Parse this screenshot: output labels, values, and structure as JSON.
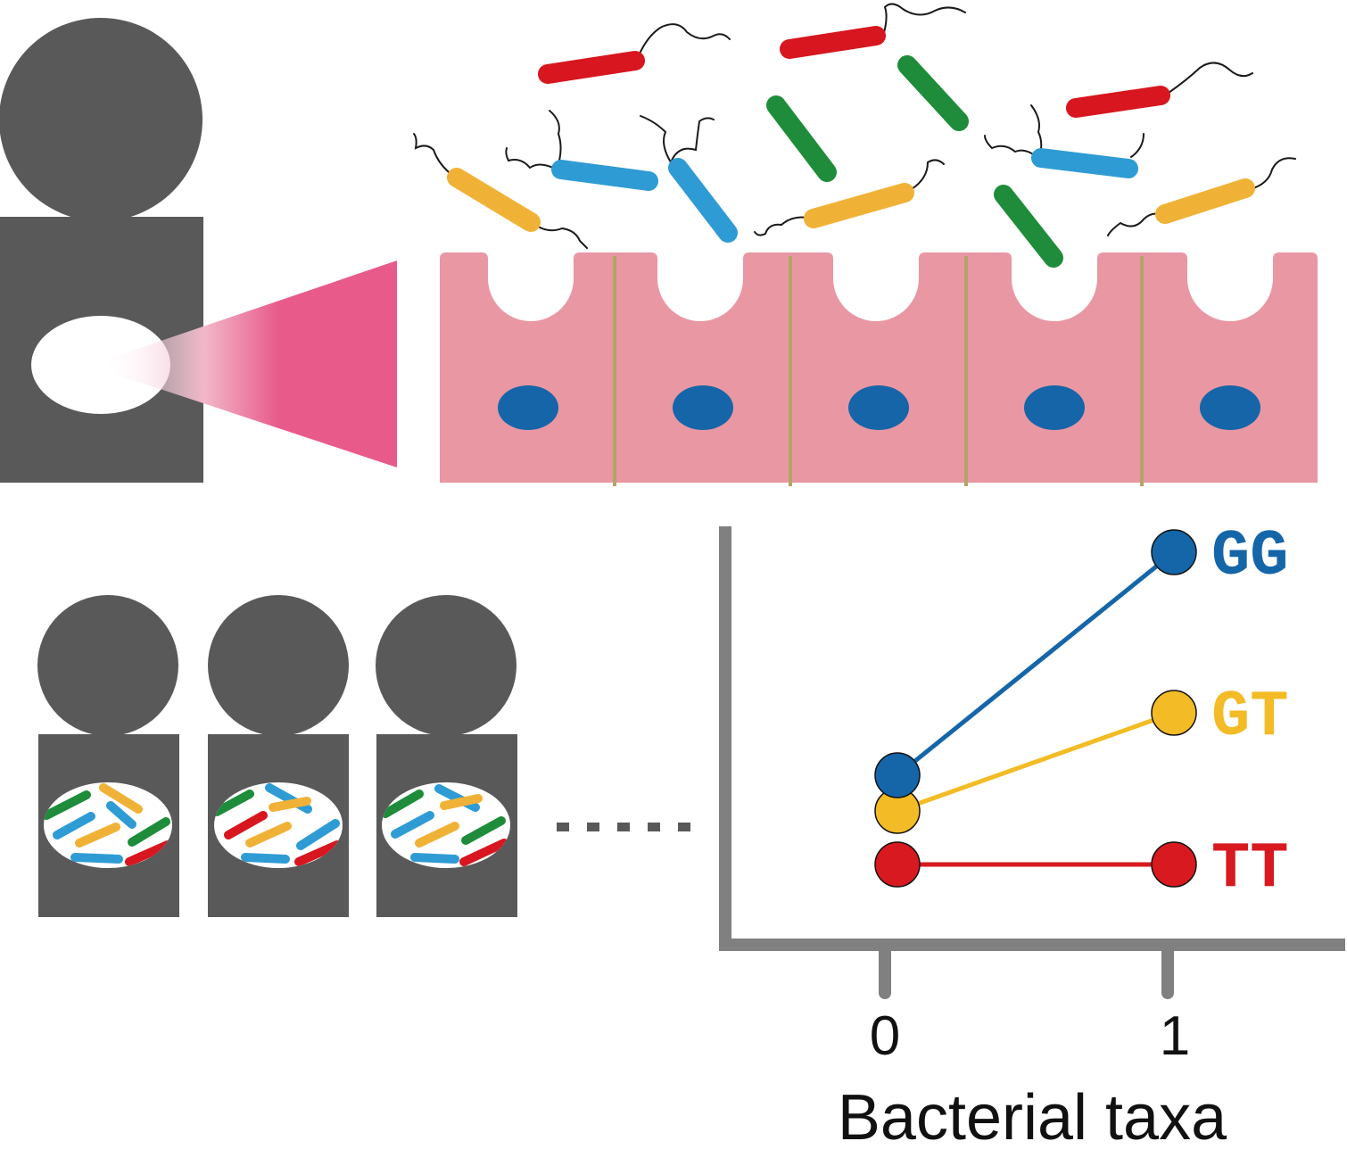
{
  "colors": {
    "figure": "#595959",
    "tissue": "#e997a3",
    "tissue_line": "#b5a36a",
    "nucleus": "#1565a8",
    "zoom": "#e85a8a",
    "red": "#d7161f",
    "green": "#1e8c3a",
    "blue": "#2f9bd5",
    "yellow": "#f0b236",
    "axis": "#808080",
    "GG": "#1566a9",
    "GT": "#f3bb25",
    "TT": "#d81920"
  },
  "chart_data": {
    "type": "line",
    "xlabel": "Bacterial taxa",
    "x": [
      0,
      1
    ],
    "x_tick_labels": [
      "0",
      "1"
    ],
    "series": [
      {
        "name": "GG",
        "values": [
          0.38,
          0.88
        ]
      },
      {
        "name": "GT",
        "values": [
          0.3,
          0.52
        ]
      },
      {
        "name": "TT",
        "values": [
          0.18,
          0.18
        ]
      }
    ],
    "ylim": [
      0,
      1
    ],
    "grid": false,
    "legend": "right, at line ends"
  }
}
